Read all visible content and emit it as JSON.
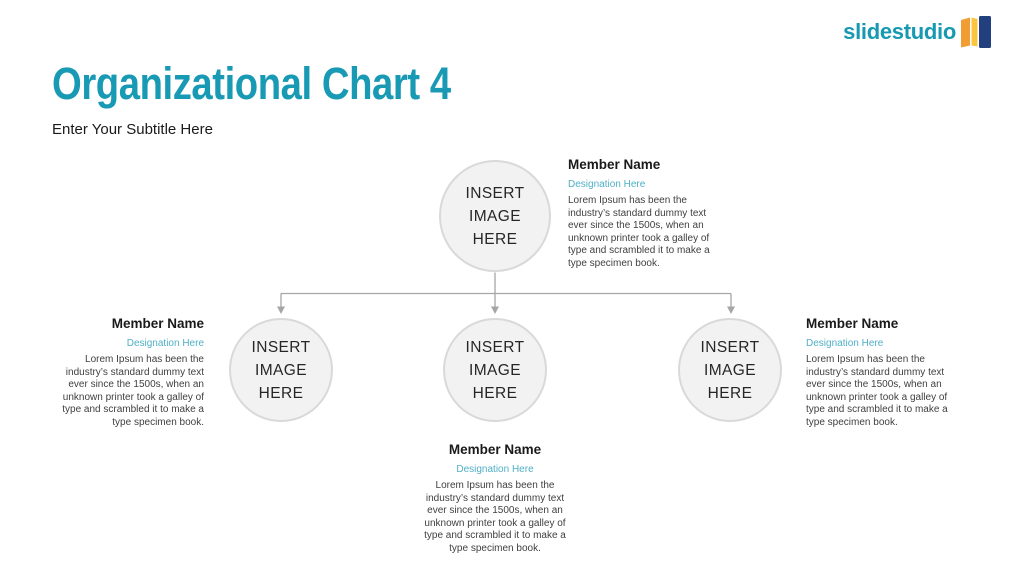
{
  "logo": {
    "text": "slidestudio",
    "icon": "book-icon"
  },
  "header": {
    "title": "Organizational Chart 4",
    "subtitle": "Enter Your Subtitle Here"
  },
  "placeholder": {
    "lines": [
      "INSERT",
      "IMAGE",
      "HERE"
    ]
  },
  "members": {
    "top": {
      "name": "Member Name",
      "designation": "Designation Here",
      "bio": "Lorem Ipsum has been the industry’s standard dummy text ever since the 1500s, when an unknown printer took a galley of type and scrambled it to make a type specimen book."
    },
    "left": {
      "name": "Member Name",
      "designation": "Designation Here",
      "bio": "Lorem Ipsum has been the industry’s standard dummy text ever since the 1500s, when an unknown printer took a galley of type and scrambled it to make a type specimen book."
    },
    "center": {
      "name": "Member Name",
      "designation": "Designation Here",
      "bio": "Lorem Ipsum has been the industry’s standard dummy text ever since the 1500s, when an unknown printer took a galley of type and scrambled it to make a type specimen book."
    },
    "right": {
      "name": "Member Name",
      "designation": "Designation Here",
      "bio": "Lorem Ipsum has been the industry’s standard dummy text ever since the 1500s, when an unknown printer took a galley of type and scrambled it to make a type specimen book."
    }
  },
  "colors": {
    "accent": "#1899b4",
    "designation": "#4fb0c6",
    "connector": "#a6a6a6",
    "circle_fill": "#f2f2f2",
    "circle_border": "#d9d9d9",
    "text_dark": "#1a1a1a",
    "body_text": "#3f3f3f",
    "logo_teal": "#1799b1",
    "logo_orange": "#f09e33",
    "logo_yellow": "#fbc540",
    "logo_navy": "#223f7e"
  }
}
